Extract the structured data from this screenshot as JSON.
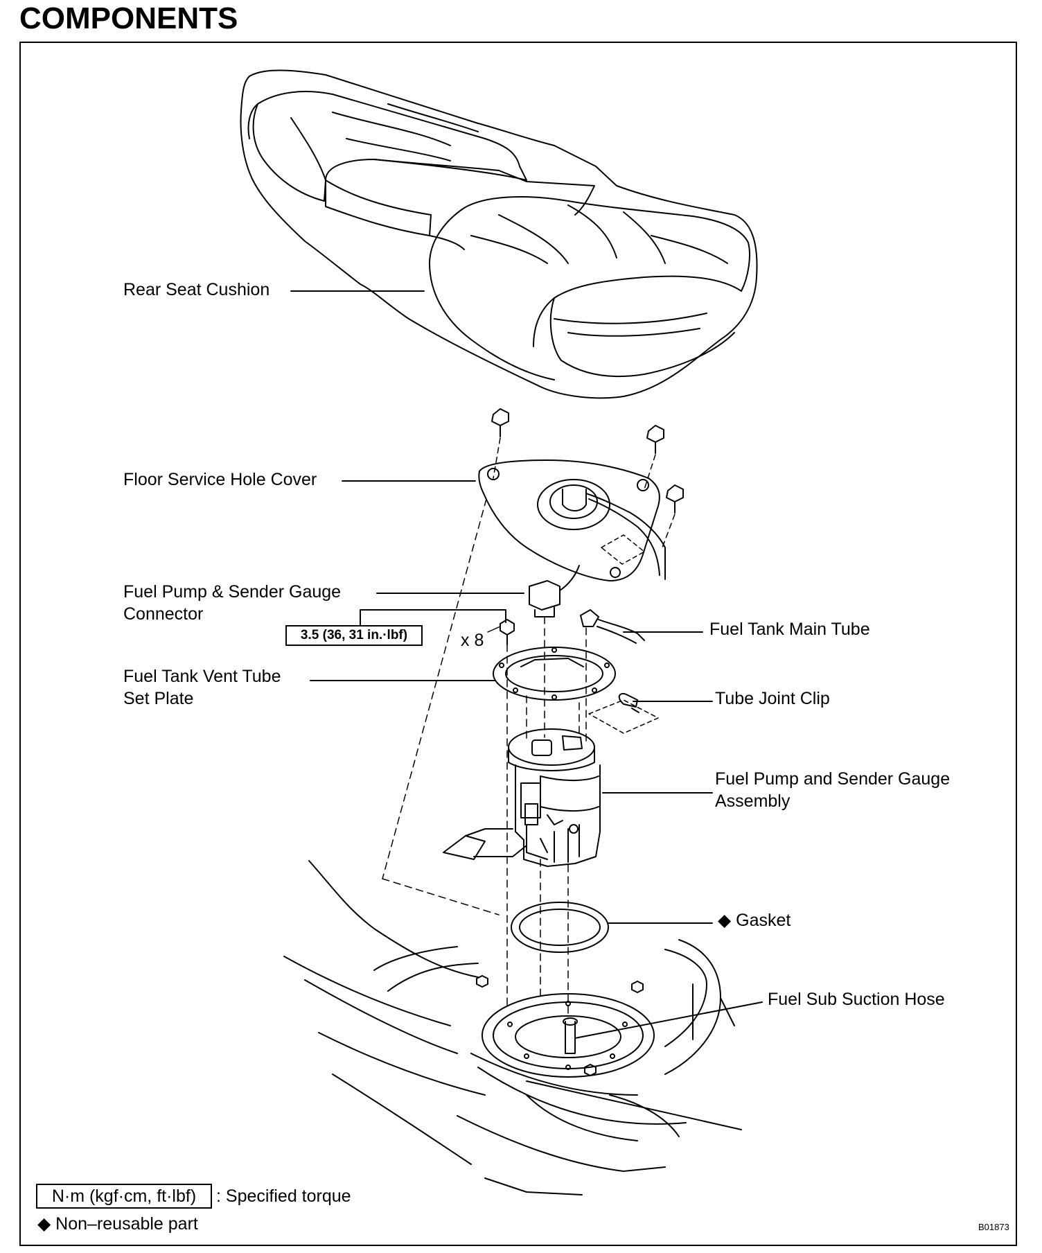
{
  "title": "COMPONENTS",
  "labels": {
    "rear_seat_cushion": "Rear Seat Cushion",
    "floor_service_hole_cover": "Floor Service Hole Cover",
    "connector_line1": "Fuel Pump & Sender Gauge",
    "connector_line2": "Connector",
    "vent_tube_line1": "Fuel Tank Vent Tube",
    "vent_tube_line2": "Set Plate",
    "main_tube": "Fuel Tank Main Tube",
    "tube_joint_clip": "Tube Joint Clip",
    "pump_assembly_line1": "Fuel Pump and Sender Gauge",
    "pump_assembly_line2": "Assembly",
    "gasket": "◆ Gasket",
    "sub_suction_hose": "Fuel Sub Suction Hose"
  },
  "torque_spec": "3.5 (36, 31 in.·lbf)",
  "bolt_count": "x 8",
  "legend": {
    "torque_box": "N·m (kgf·cm, ft·lbf)",
    "torque_text": ": Specified torque",
    "nonreusable_text": "◆ Non–reusable part"
  },
  "figure_code": "B01873"
}
